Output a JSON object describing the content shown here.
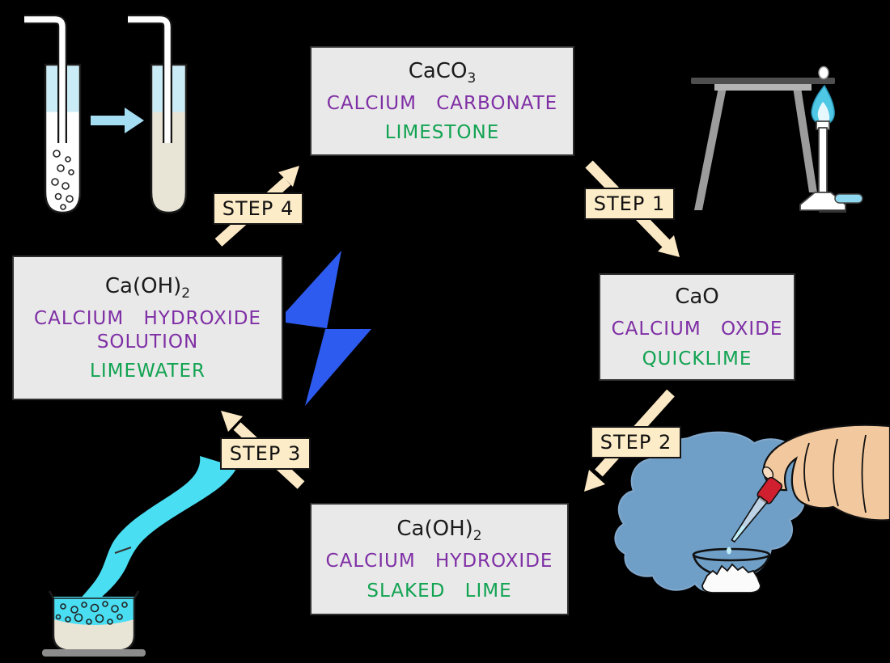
{
  "steps": [
    {
      "label": "STEP 1"
    },
    {
      "label": "STEP 2"
    },
    {
      "label": "STEP 3"
    },
    {
      "label": "STEP 4"
    }
  ],
  "boxes": {
    "limestone": {
      "formula_base": "CaCO",
      "formula_sub": "3",
      "chemical_name": "CALCIUM CARBONATE",
      "common_name": "LIMESTONE"
    },
    "quicklime": {
      "formula_base": "CaO",
      "formula_sub": "",
      "chemical_name": "CALCIUM OXIDE",
      "common_name": "QUICKLIME"
    },
    "slaked_lime": {
      "formula_base": "Ca(OH)",
      "formula_sub": "2",
      "chemical_name": "CALCIUM HYDROXIDE",
      "common_name": "SLAKED LIME"
    },
    "limewater": {
      "formula_base": "Ca(OH)",
      "formula_sub": "2",
      "chemical_name_line1": "CALCIUM HYDROXIDE",
      "chemical_name_line2": "SOLUTION",
      "common_name": "LIMEWATER"
    }
  },
  "illustrations": {
    "test_tubes": "limewater-turning-milky-test-tubes",
    "heating": "bunsen-burner-heating-limestone",
    "slaking": "hand-dropper-adding-water-to-quicklime",
    "pouring": "water-poured-into-dish-of-slaked-lime",
    "bolt": "lightning-bolt"
  },
  "colors": {
    "canvas_bg": "#000000",
    "box_bg": "#e9e9e9",
    "box_border": "#2e2e2e",
    "step_bg": "#fdecc8",
    "step_border": "#151515",
    "arrow": "#fbe8c4",
    "formula_ink": "#1b1b1b",
    "chem_purple": "#7f2fa5",
    "common_green": "#12a352",
    "bolt_blue": "#2e5bef",
    "water_cyan": "#4adef2",
    "pale_blue": "#c9ecf6",
    "arrow_blue": "#a5ddf2",
    "blob_blue": "#6f9fc7",
    "skin": "#f2c89e",
    "nail": "#f8dcc2",
    "dropper_red": "#d02030",
    "milky": "#e9e5d6",
    "powder_white": "#fbfbfb",
    "metal_dark": "#4f4f4f",
    "metal_mid": "#b3b3b3",
    "metal_light": "#9c9c9c",
    "flame_outer": "#4fc8e6",
    "flame_inner": "#e6f8fd",
    "base_gray": "#8c8c8c",
    "glass_white": "#ffffff"
  }
}
